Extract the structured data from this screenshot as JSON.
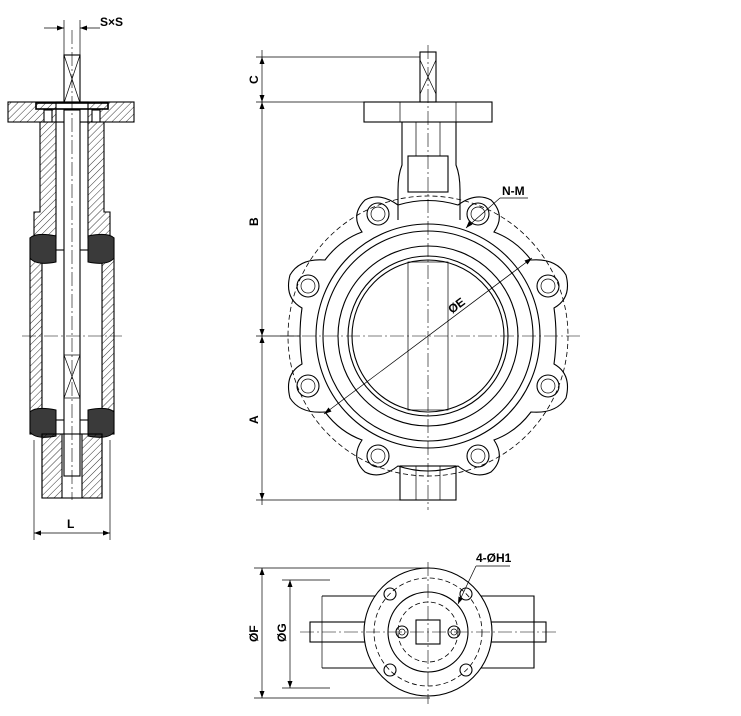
{
  "labels": {
    "stem_square": "S×S",
    "length": "L",
    "dim_c": "C",
    "dim_b": "B",
    "dim_a": "A",
    "bolt_holes": "N-M",
    "bolt_circle": "ØE",
    "dim_f": "ØF",
    "dim_g": "ØG",
    "top_holes": "4-ØH1"
  }
}
